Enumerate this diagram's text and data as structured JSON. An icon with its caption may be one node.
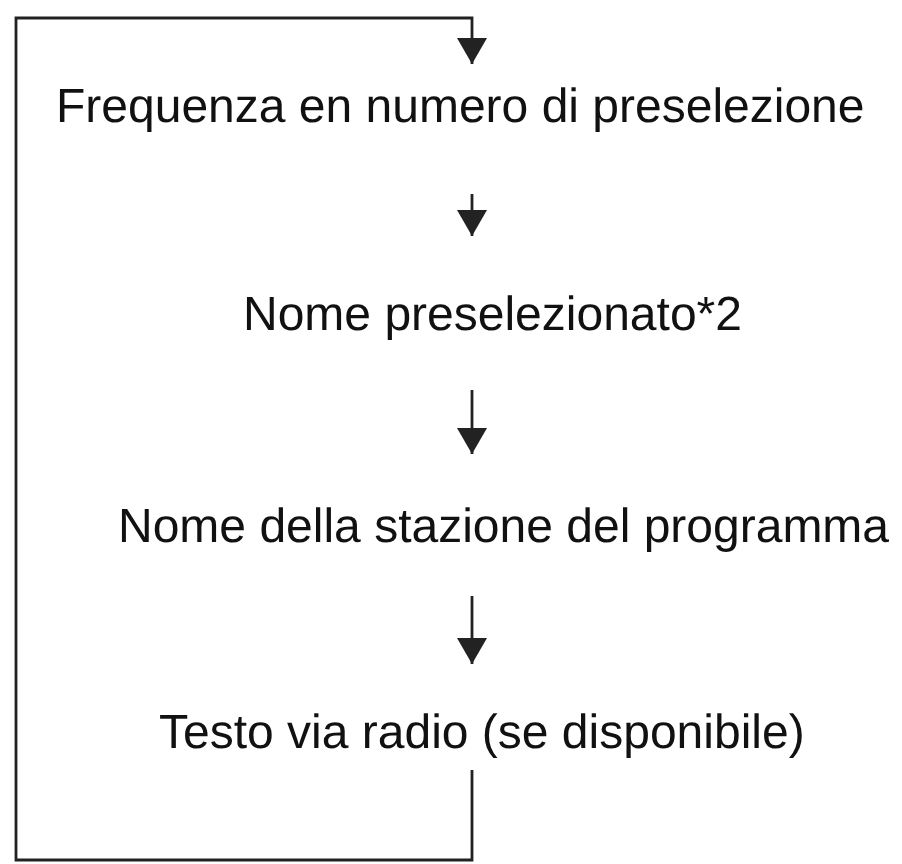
{
  "diagram": {
    "nodes": [
      {
        "text": [
          "Frequenza en numero di preselezione"
        ]
      },
      {
        "text": [
          "Nome preselezionato*2"
        ]
      },
      {
        "text": [
          "Nome della stazione del programma"
        ]
      },
      {
        "text": [
          "Testo via radio (se disponibile)"
        ]
      }
    ],
    "edges": [
      {
        "from": 0,
        "to": 1,
        "arrow": "to"
      },
      {
        "from": 1,
        "to": 2,
        "arrow": "to"
      },
      {
        "from": 2,
        "to": 3,
        "arrow": "to"
      },
      {
        "from": 3,
        "to": 0,
        "arrow": "to"
      }
    ]
  }
}
